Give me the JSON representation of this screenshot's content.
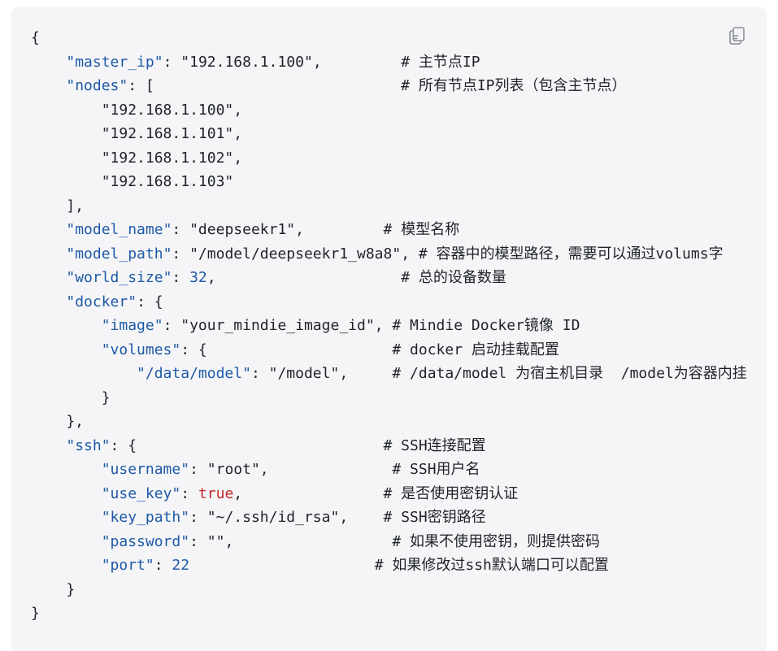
{
  "copy_icon": "copy-icon",
  "lines": [
    [
      {
        "t": "{",
        "c": "p"
      }
    ],
    [
      {
        "t": "    ",
        "c": "p"
      },
      {
        "t": "\"master_ip\"",
        "c": "k"
      },
      {
        "t": ": ",
        "c": "p"
      },
      {
        "t": "\"192.168.1.100\"",
        "c": "s"
      },
      {
        "t": ",         ",
        "c": "p"
      },
      {
        "t": "# 主节点IP",
        "c": "c"
      }
    ],
    [
      {
        "t": "    ",
        "c": "p"
      },
      {
        "t": "\"nodes\"",
        "c": "k"
      },
      {
        "t": ": [                            ",
        "c": "p"
      },
      {
        "t": "# 所有节点IP列表（包含主节点）",
        "c": "c"
      }
    ],
    [
      {
        "t": "        ",
        "c": "p"
      },
      {
        "t": "\"192.168.1.100\"",
        "c": "s"
      },
      {
        "t": ",",
        "c": "p"
      }
    ],
    [
      {
        "t": "        ",
        "c": "p"
      },
      {
        "t": "\"192.168.1.101\"",
        "c": "s"
      },
      {
        "t": ",",
        "c": "p"
      }
    ],
    [
      {
        "t": "        ",
        "c": "p"
      },
      {
        "t": "\"192.168.1.102\"",
        "c": "s"
      },
      {
        "t": ",",
        "c": "p"
      }
    ],
    [
      {
        "t": "        ",
        "c": "p"
      },
      {
        "t": "\"192.168.1.103\"",
        "c": "s"
      }
    ],
    [
      {
        "t": "    ],",
        "c": "p"
      }
    ],
    [
      {
        "t": "    ",
        "c": "p"
      },
      {
        "t": "\"model_name\"",
        "c": "k"
      },
      {
        "t": ": ",
        "c": "p"
      },
      {
        "t": "\"deepseekr1\"",
        "c": "s"
      },
      {
        "t": ",         ",
        "c": "p"
      },
      {
        "t": "# 模型名称",
        "c": "c"
      }
    ],
    [
      {
        "t": "    ",
        "c": "p"
      },
      {
        "t": "\"model_path\"",
        "c": "k"
      },
      {
        "t": ": ",
        "c": "p"
      },
      {
        "t": "\"/model/deepseekr1_w8a8\"",
        "c": "s"
      },
      {
        "t": ", ",
        "c": "p"
      },
      {
        "t": "# 容器中的模型路径，需要可以通过volums字",
        "c": "c"
      }
    ],
    [
      {
        "t": "    ",
        "c": "p"
      },
      {
        "t": "\"world_size\"",
        "c": "k"
      },
      {
        "t": ": ",
        "c": "p"
      },
      {
        "t": "32",
        "c": "n"
      },
      {
        "t": ",                     ",
        "c": "p"
      },
      {
        "t": "# 总的设备数量",
        "c": "c"
      }
    ],
    [
      {
        "t": "    ",
        "c": "p"
      },
      {
        "t": "\"docker\"",
        "c": "k"
      },
      {
        "t": ": {",
        "c": "p"
      }
    ],
    [
      {
        "t": "        ",
        "c": "p"
      },
      {
        "t": "\"image\"",
        "c": "k"
      },
      {
        "t": ": ",
        "c": "p"
      },
      {
        "t": "\"your_mindie_image_id\"",
        "c": "s"
      },
      {
        "t": ", ",
        "c": "p"
      },
      {
        "t": "# Mindie Docker镜像 ID",
        "c": "c"
      }
    ],
    [
      {
        "t": "        ",
        "c": "p"
      },
      {
        "t": "\"volumes\"",
        "c": "k"
      },
      {
        "t": ": {                     ",
        "c": "p"
      },
      {
        "t": "# docker 启动挂载配置",
        "c": "c"
      }
    ],
    [
      {
        "t": "            ",
        "c": "p"
      },
      {
        "t": "\"/data/model\"",
        "c": "k"
      },
      {
        "t": ": ",
        "c": "p"
      },
      {
        "t": "\"/model\"",
        "c": "s"
      },
      {
        "t": ",     ",
        "c": "p"
      },
      {
        "t": "# /data/model 为宿主机目录  /model为容器内挂",
        "c": "c"
      }
    ],
    [
      {
        "t": "        }",
        "c": "p"
      }
    ],
    [
      {
        "t": "    },",
        "c": "p"
      }
    ],
    [
      {
        "t": "    ",
        "c": "p"
      },
      {
        "t": "\"ssh\"",
        "c": "k"
      },
      {
        "t": ": {                            ",
        "c": "p"
      },
      {
        "t": "# SSH连接配置",
        "c": "c"
      }
    ],
    [
      {
        "t": "        ",
        "c": "p"
      },
      {
        "t": "\"username\"",
        "c": "k"
      },
      {
        "t": ": ",
        "c": "p"
      },
      {
        "t": "\"root\"",
        "c": "s"
      },
      {
        "t": ",              ",
        "c": "p"
      },
      {
        "t": "# SSH用户名",
        "c": "c"
      }
    ],
    [
      {
        "t": "        ",
        "c": "p"
      },
      {
        "t": "\"use_key\"",
        "c": "k"
      },
      {
        "t": ": ",
        "c": "p"
      },
      {
        "t": "true",
        "c": "b"
      },
      {
        "t": ",                ",
        "c": "p"
      },
      {
        "t": "# 是否使用密钥认证",
        "c": "c"
      }
    ],
    [
      {
        "t": "        ",
        "c": "p"
      },
      {
        "t": "\"key_path\"",
        "c": "k"
      },
      {
        "t": ": ",
        "c": "p"
      },
      {
        "t": "\"~/.ssh/id_rsa\"",
        "c": "s"
      },
      {
        "t": ",    ",
        "c": "p"
      },
      {
        "t": "# SSH密钥路径",
        "c": "c"
      }
    ],
    [
      {
        "t": "        ",
        "c": "p"
      },
      {
        "t": "\"password\"",
        "c": "k"
      },
      {
        "t": ": ",
        "c": "p"
      },
      {
        "t": "\"\"",
        "c": "s"
      },
      {
        "t": ",                  ",
        "c": "p"
      },
      {
        "t": "# 如果不使用密钥，则提供密码",
        "c": "c"
      }
    ],
    [
      {
        "t": "        ",
        "c": "p"
      },
      {
        "t": "\"port\"",
        "c": "k"
      },
      {
        "t": ": ",
        "c": "p"
      },
      {
        "t": "22",
        "c": "n"
      },
      {
        "t": "                     ",
        "c": "p"
      },
      {
        "t": "# 如果修改过ssh默认端口可以配置",
        "c": "c"
      }
    ],
    [
      {
        "t": "    }",
        "c": "p"
      }
    ],
    [
      {
        "t": "}",
        "c": "p"
      }
    ]
  ]
}
